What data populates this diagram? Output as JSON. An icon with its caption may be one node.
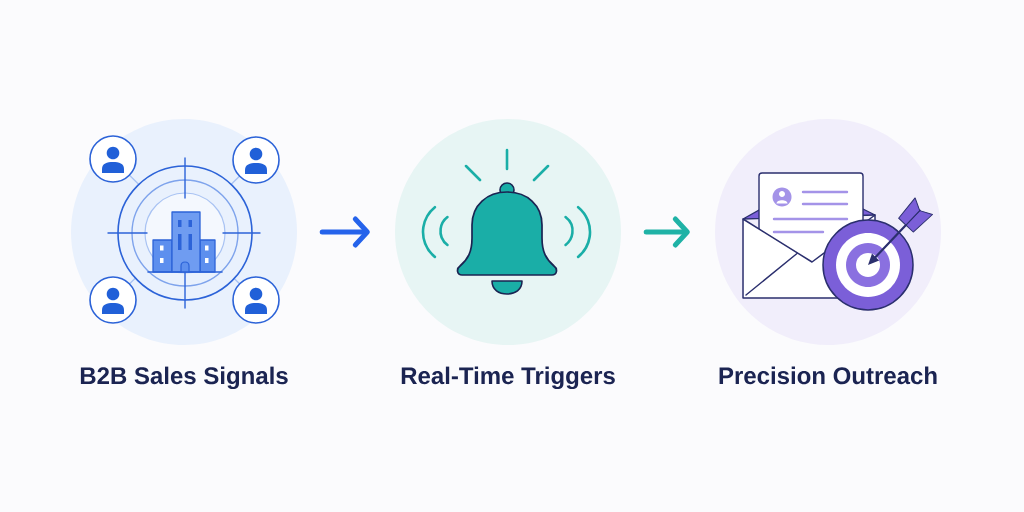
{
  "diagram": {
    "nodes": [
      {
        "text": [
          "B2B Sales Signals"
        ]
      },
      {
        "text": [
          "Real-Time Triggers"
        ]
      },
      {
        "text": [
          "Precision Outreach"
        ]
      }
    ],
    "edges": [
      {
        "from": 0,
        "to": 1,
        "arrow": "to",
        "color": "#2563eb"
      },
      {
        "from": 1,
        "to": 2,
        "arrow": "to",
        "color": "#1fb2a6"
      }
    ]
  }
}
